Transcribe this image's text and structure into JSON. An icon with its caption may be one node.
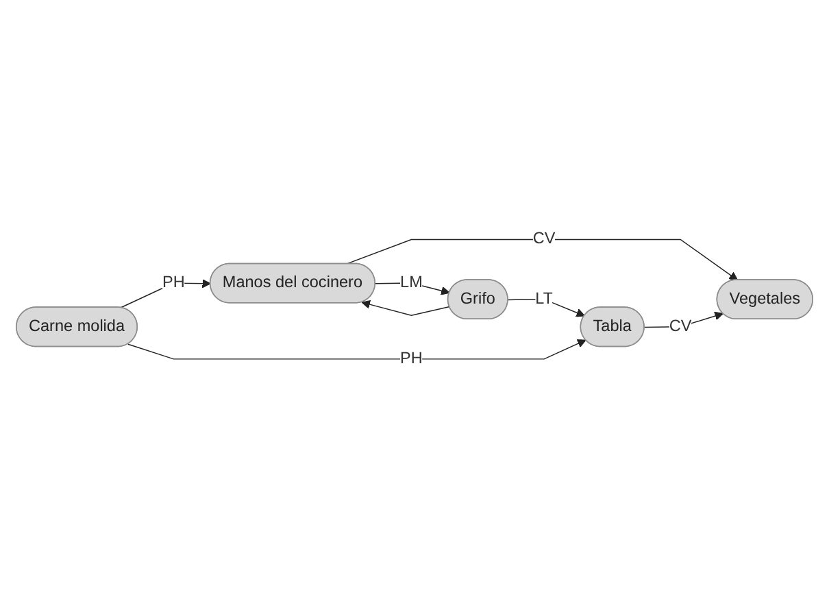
{
  "diagram": {
    "nodes": [
      {
        "text": [
          "Manos del cocinero"
        ]
      },
      {
        "text": [
          "Carne molida"
        ]
      },
      {
        "text": [
          "Vegetales"
        ]
      },
      {
        "text": [
          "Grifo"
        ]
      },
      {
        "text": [
          "Tabla"
        ]
      }
    ],
    "edges": [
      {
        "from": 1,
        "to": 0,
        "arrow": "to",
        "label": "PH"
      },
      {
        "from": 1,
        "to": 4,
        "arrow": "to",
        "label": "PH"
      },
      {
        "from": 0,
        "to": 2,
        "arrow": "to",
        "label": "CV"
      },
      {
        "from": 3,
        "to": 0,
        "arrow": "to"
      },
      {
        "from": 0,
        "to": 3,
        "arrow": "to",
        "label": "LM"
      },
      {
        "from": 3,
        "to": 4,
        "arrow": "to",
        "label": "LT"
      },
      {
        "from": 4,
        "to": 2,
        "arrow": "to",
        "label": "CV"
      }
    ]
  }
}
